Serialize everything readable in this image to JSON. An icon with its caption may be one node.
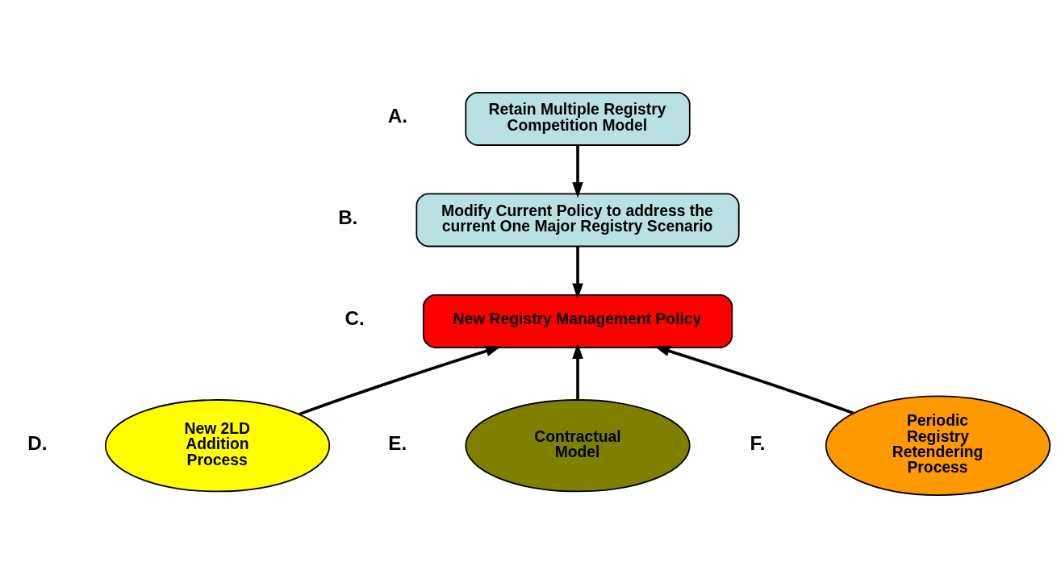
{
  "diagram": {
    "nodes": [
      {
        "text": [
          "Retain Multiple Registry Competition Model"
        ],
        "beside": [
          "A."
        ]
      },
      {
        "text": [
          "Modify Current Policy to address the current One Major Registry Scenario"
        ],
        "beside": [
          "B."
        ]
      },
      {
        "text": [
          "New Registry Management Policy"
        ],
        "beside": [
          "C."
        ]
      },
      {
        "text": [
          "New 2LD Addition Process"
        ],
        "beside": [
          "D."
        ]
      },
      {
        "text": [
          "Contractual Model"
        ],
        "beside": [
          "E."
        ]
      },
      {
        "text": [
          "Periodic Registry Retendering Process"
        ],
        "beside": [
          "F."
        ]
      }
    ],
    "edges": [
      {
        "from": 0,
        "to": 1,
        "arrow": "to"
      },
      {
        "from": 1,
        "to": 2,
        "arrow": "to"
      },
      {
        "from": 3,
        "to": 2,
        "arrow": "to"
      },
      {
        "from": 4,
        "to": 2,
        "arrow": "to"
      },
      {
        "from": 5,
        "to": 2,
        "arrow": "to"
      }
    ]
  }
}
